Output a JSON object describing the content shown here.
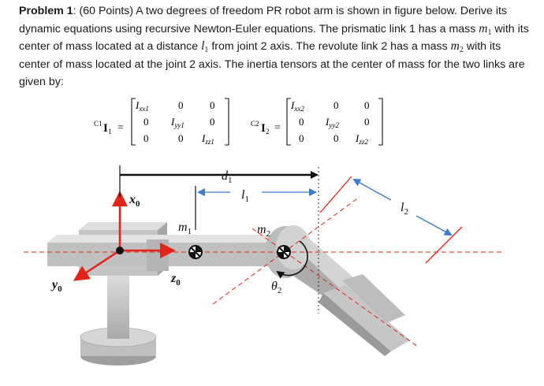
{
  "problem": {
    "label": "Problem 1",
    "points": ": (60 Points) A two degrees of freedom PR robot arm is shown in figure below. Derive its dynamic equations using recursive Newton-Euler equations.  The prismatic link 1 has a mass ",
    "seg2": " with its center of mass located at a distance ",
    "seg3": " from joint 2 axis. The revolute link 2 has a mass ",
    "seg4": " with its center of mass located at the joint 2 axis. The inertia tensors at the center of mass for the two links are given by:",
    "m1": "m",
    "m1_sub": "1",
    "l1": "l",
    "l1_sub": "1",
    "m2": "m",
    "m2_sub": "2"
  },
  "inertia": {
    "I1": {
      "pre_sup": "C1",
      "symbol": "I",
      "sub": "1",
      "equals": "=",
      "rows": [
        [
          "I_xx1",
          "0",
          "0"
        ],
        [
          "0",
          "I_yy1",
          "0"
        ],
        [
          "0",
          "0",
          "I_zz1"
        ]
      ],
      "entries": {
        "xx": "I",
        "xx_sub": "xx1",
        "yy": "I",
        "yy_sub": "yy1",
        "zz": "I",
        "zz_sub": "zz1",
        "zero": "0"
      }
    },
    "I2": {
      "pre_sup": "C2",
      "symbol": "I",
      "sub": "2",
      "equals": "=",
      "rows": [
        [
          "I_xx2",
          "0",
          "0"
        ],
        [
          "0",
          "I_yy2",
          "0"
        ],
        [
          "0",
          "0",
          "I_zz2"
        ]
      ],
      "entries": {
        "xx": "I",
        "xx_sub": "xx2",
        "yy": "I",
        "yy_sub": "yy2",
        "zz": "I",
        "zz_sub": "zz2",
        "zero": "0"
      }
    }
  },
  "figure_labels": {
    "x0": "x",
    "x0_sub": "0",
    "y0": "y",
    "y0_sub": "0",
    "z0": "z",
    "z0_sub": "0",
    "d1": "d",
    "d1_sub": "1",
    "l1": "l",
    "l1_sub": "1",
    "l2": "l",
    "l2_sub": "2",
    "m1": "m",
    "m1_sub": "1",
    "m2": "m",
    "m2_sub": "2",
    "theta2": "θ",
    "theta2_sub": "2"
  },
  "colors": {
    "axis_red": "#e2231a",
    "dim_blue": "#3d7cc9",
    "body_gray": "#c8c8c8",
    "dash_red": "#e2231a"
  }
}
